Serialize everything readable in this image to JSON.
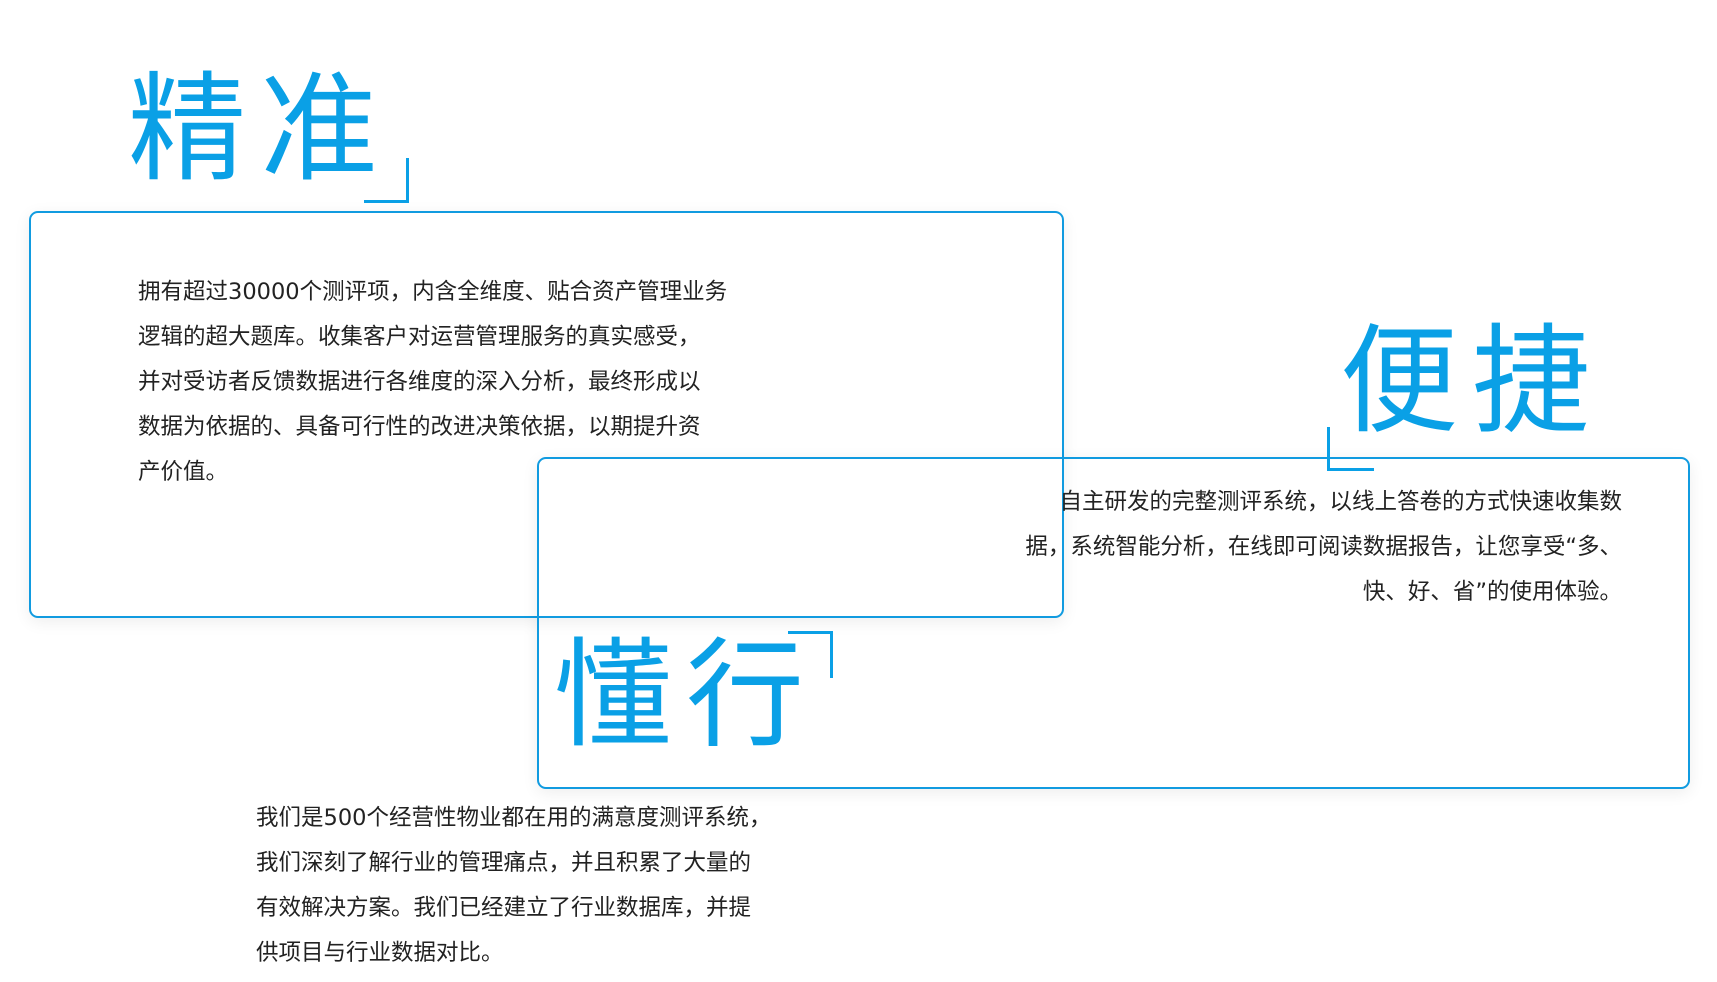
{
  "sections": {
    "accurate": {
      "title": "精准",
      "lines": [
        "拥有超过30000个测评项，内含全维度、贴合资产管理业务",
        "逻辑的超大题库。收集客户对运营管理服务的真实感受，",
        "并对受访者反馈数据进行各维度的深入分析，最终形成以",
        "数据为依据的、具备可行性的改进决策依据，以期提升资",
        "产价值。"
      ]
    },
    "convenient": {
      "title": "便捷",
      "lines": [
        "自主研发的完整测评系统，以线上答卷的方式快速收集数",
        "据，系统智能分析，在线即可阅读数据报告，让您享受“多、",
        "快、好、省”的使用体验。"
      ]
    },
    "industry": {
      "title": "懂行",
      "lines": [
        "我们是500个经营性物业都在用的满意度测评系统，",
        "我们深刻了解行业的管理痛点，并且积累了大量的",
        "有效解决方案。我们已经建立了行业数据库，并提",
        "供项目与行业数据对比。"
      ]
    }
  },
  "colors": {
    "accent": "#0aa0e6",
    "border": "#119be0",
    "text": "#222222"
  }
}
